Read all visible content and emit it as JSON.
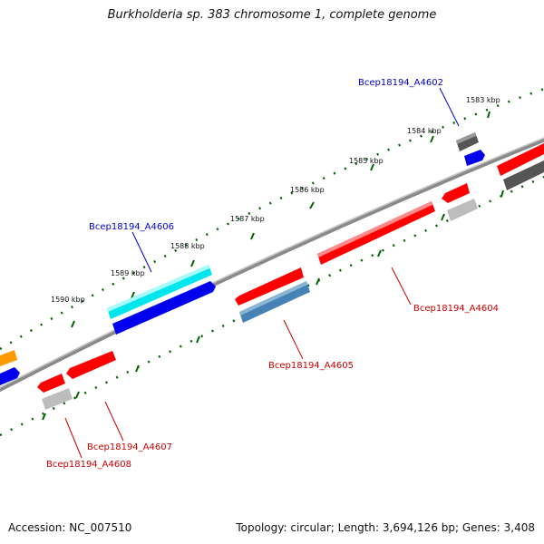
{
  "title": "Burkholderia sp. 383 chromosome 1, complete genome",
  "accession": "Accession: NC_007510",
  "summary": "Topology: circular; Length: 3,694,126 bp; Genes: 3,408",
  "ticks": {
    "t1583": "1583 kbp",
    "t1584": "1584 kbp",
    "t1585": "1585 kbp",
    "t1586": "1586 kbp",
    "t1587": "1587 kbp",
    "t1588": "1588 kbp",
    "t1589": "1589 kbp",
    "t1590": "1590 kbp"
  },
  "genes": {
    "a4602": "Bcep18194_A4602",
    "a4604": "Bcep18194_A4604",
    "a4605": "Bcep18194_A4605",
    "a4606": "Bcep18194_A4606",
    "a4607": "Bcep18194_A4607",
    "a4608": "Bcep18194_A4608"
  },
  "colors": {
    "forward_label": "#0000cc",
    "reverse_label": "#cc0000",
    "cds_red": "#ff0000",
    "cds_blue": "#0000ee",
    "cds_cyan": "#00e6ee",
    "cds_steel": "#4682b4",
    "cds_gray": "#bdbdbd",
    "cds_darkgray": "#555555",
    "cds_orange": "#ff9900",
    "tick_green": "#006400"
  }
}
